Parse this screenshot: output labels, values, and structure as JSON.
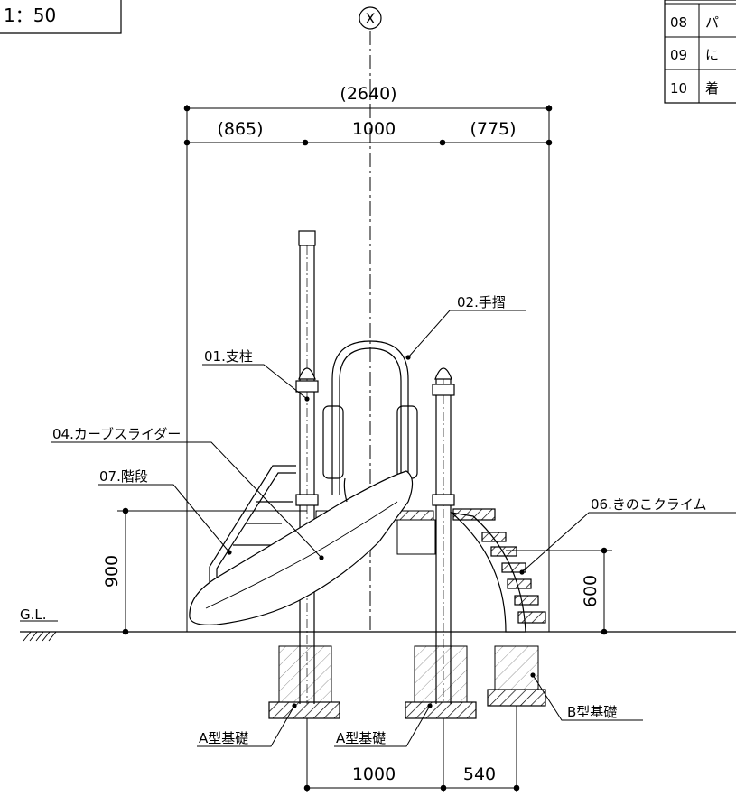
{
  "scale": "1：50",
  "center_mark": "X",
  "dimensions": {
    "overall": "(2640)",
    "left": "(865)",
    "middle": "1000",
    "right": "(775)",
    "height_left": "900",
    "height_right": "600",
    "bottom_left": "1000",
    "bottom_right": "540"
  },
  "labels": {
    "post": "01.支柱",
    "handrail": "02.手摺",
    "curve_slider": "04.カーブスライダー",
    "mushroom_climb": "06.きのこクライム",
    "stairs": "07.階段",
    "ground_line": "G.L.",
    "foundation_a1": "A型基礎",
    "foundation_a2": "A型基礎",
    "foundation_b": "B型基礎"
  },
  "parts_table": [
    {
      "no": "08",
      "name": "パ"
    },
    {
      "no": "09",
      "name": "に"
    },
    {
      "no": "10",
      "name": "着"
    }
  ]
}
